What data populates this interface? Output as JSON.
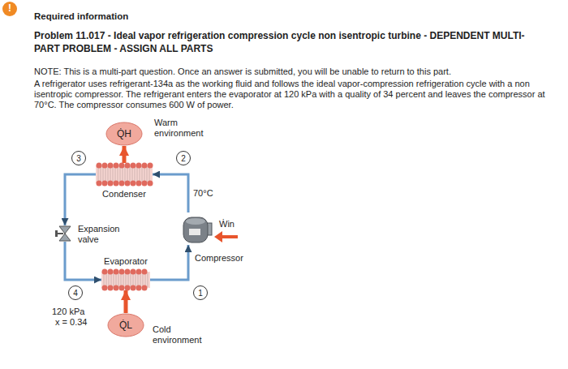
{
  "diagram": {
    "title": "Required information",
    "nodes": [
      {
        "text": [
          "Q̇H"
        ]
      },
      {
        "text": [
          "Condenser"
        ]
      },
      {
        "text": [
          "3"
        ]
      },
      {
        "text": [
          "2"
        ]
      },
      {
        "text": [
          "Expansion valve"
        ]
      },
      {
        "text": [
          "Compressor"
        ]
      },
      {
        "text": [
          "Evaporator"
        ]
      },
      {
        "text": [
          "4"
        ]
      },
      {
        "text": [
          "1"
        ]
      },
      {
        "text": [
          "Q̇L"
        ]
      }
    ],
    "edges": [
      {
        "from": 5,
        "to": 1,
        "arrow": "to"
      },
      {
        "from": 1,
        "to": 4,
        "arrow": "to"
      },
      {
        "from": 4,
        "to": 6,
        "arrow": "to"
      },
      {
        "from": 6,
        "to": 5,
        "arrow": "to"
      },
      {
        "from": 1,
        "to": 0,
        "arrow": "to"
      },
      {
        "from": 9,
        "to": 6,
        "arrow": "to"
      }
    ],
    "labels": [
      "!",
      "Problem 11.017 - Ideal vapor refrigeration compression cycle non isentropic turbine - DEPENDENT MULTI-PART PROBLEM - ASSIGN ALL PARTS",
      "NOTE: This is a multi-part question. Once an answer is submitted, you will be unable to return to this part.",
      "A refrigerator uses refrigerant-134a as the working fluid and follows the ideal vapor-compression refrigeration cycle with a non isentropic compressor. The refrigerant enters the evaporator at 120 kPa with a quality of 34 percent and leaves the compressor at 70°C. The compressor consumes 600 W of power.",
      "Warm environment",
      "70°C",
      "Ẇin",
      "120 kPa",
      "x = 0.34",
      "Cold environment"
    ]
  }
}
